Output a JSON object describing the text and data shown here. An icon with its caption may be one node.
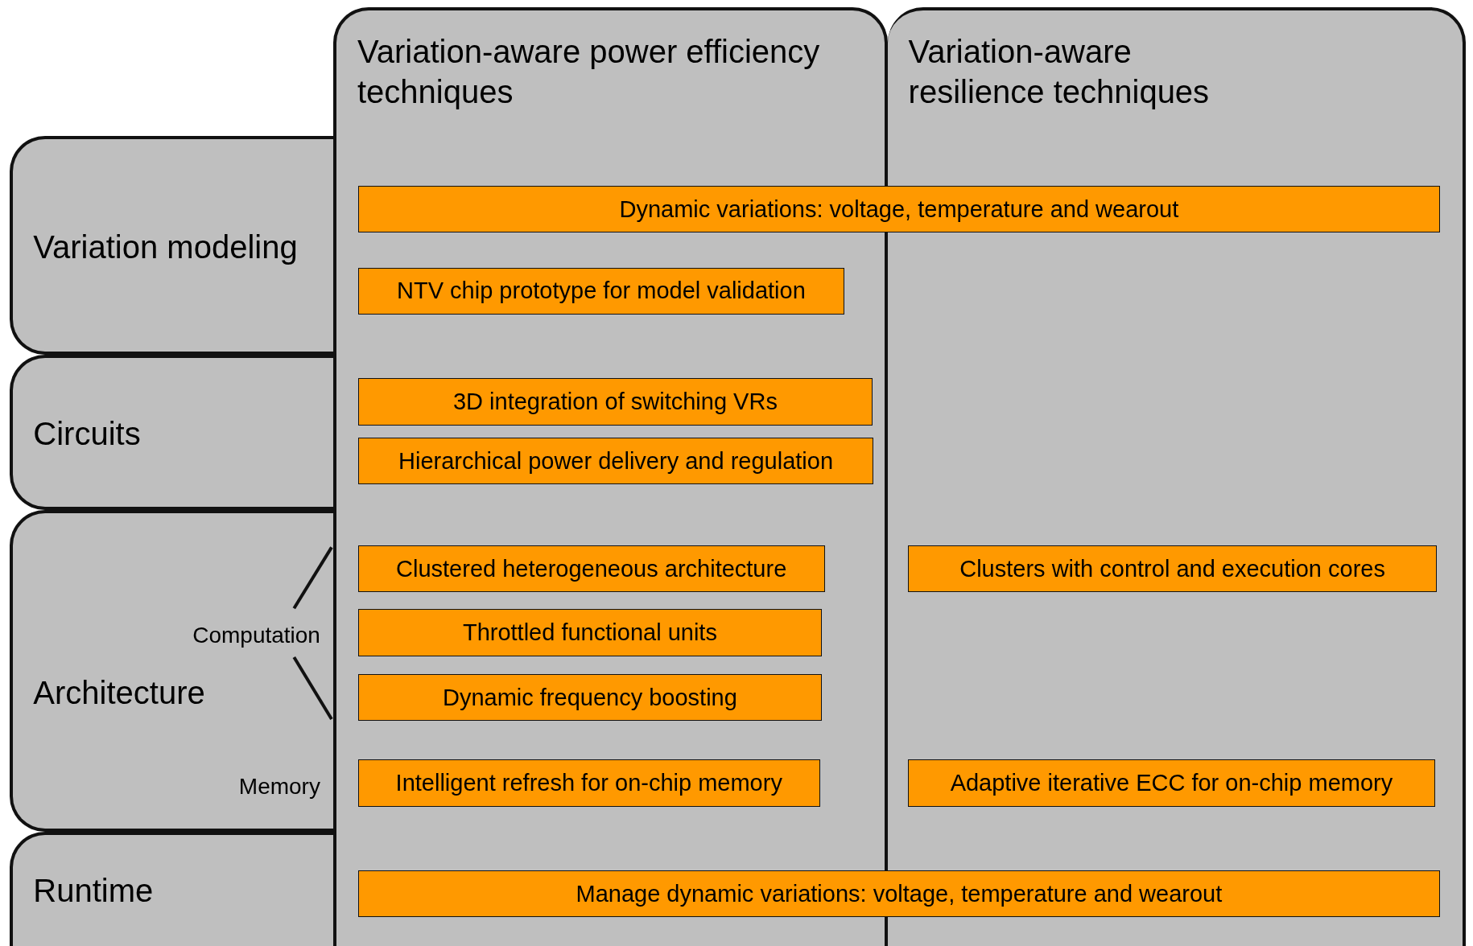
{
  "diagram": {
    "nodes": [
      {
        "text": [
          "Variation-aware power efficiency techniques"
        ]
      },
      {
        "text": [
          "Variation-aware resilience techniques"
        ]
      },
      {
        "text": [
          "Variation modeling"
        ]
      },
      {
        "text": [
          "Circuits"
        ]
      },
      {
        "text": [
          "Computation",
          "Architecture",
          "Memory"
        ]
      },
      {
        "text": [
          "Runtime"
        ]
      },
      {
        "text": [
          "Dynamic variations: voltage, temperature and wearout"
        ]
      },
      {
        "text": [
          "NTV chip prototype for model validation"
        ],
        "in": 0
      },
      {
        "text": [
          "3D integration of switching VRs"
        ],
        "in": 0
      },
      {
        "text": [
          "Hierarchical power delivery and regulation"
        ],
        "in": 0
      },
      {
        "text": [
          "Clustered heterogeneous architecture"
        ],
        "in": 0
      },
      {
        "text": [
          "Throttled functional units"
        ],
        "in": 0
      },
      {
        "text": [
          "Dynamic frequency boosting"
        ],
        "in": 0
      },
      {
        "text": [
          "Intelligent refresh for on-chip memory"
        ],
        "in": 0
      },
      {
        "text": [
          "Clusters with control and execution cores"
        ],
        "in": 1
      },
      {
        "text": [
          "Adaptive iterative ECC for on-chip memory"
        ],
        "in": 1
      },
      {
        "text": [
          "Manage dynamic variations: voltage, temperature and wearout"
        ]
      }
    ],
    "edges": []
  }
}
